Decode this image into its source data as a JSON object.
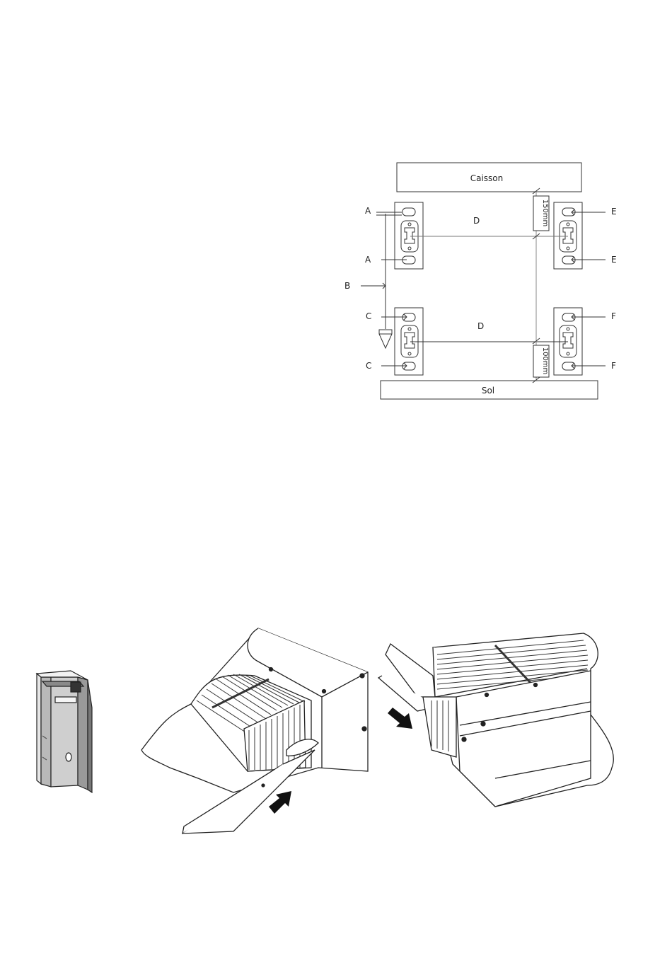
{
  "diagram": {
    "top_box": "Caisson",
    "bottom_box": "Sol",
    "dim_top": "150mm",
    "dim_bottom": "100mm",
    "labels": {
      "a": "A",
      "b": "B",
      "c": "C",
      "d": "D",
      "e": "E",
      "f": "F"
    }
  }
}
